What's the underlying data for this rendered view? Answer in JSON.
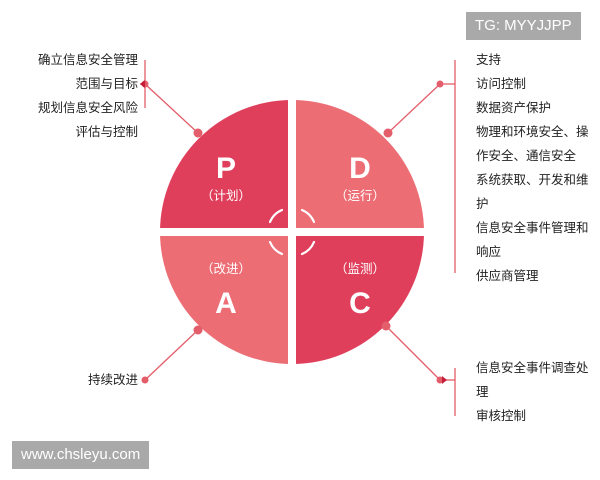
{
  "watermarks": {
    "top": "TG: MYYJJPP",
    "bottom": "www.chsleyu.com"
  },
  "colors": {
    "dark_red": "#e03f5c",
    "light_red": "#ed6d75",
    "connector": "#e35d6a",
    "arrow": "#c41e3a"
  },
  "quadrants": {
    "plan": {
      "letter": "P",
      "sub": "（计划）"
    },
    "do": {
      "letter": "D",
      "sub": "（运行）"
    },
    "check": {
      "letter": "C",
      "sub": "（监测）"
    },
    "act": {
      "letter": "A",
      "sub": "（改进）"
    }
  },
  "plan_notes": [
    "确立信息安全管理",
    "范围与目标",
    "规划信息安全风险",
    "评估与控制"
  ],
  "do_notes": [
    "支持",
    "访问控制",
    "数据资产保护",
    "物理和环境安全、操",
    "作安全、通信安全",
    "系统获取、开发和维",
    "护",
    "信息安全事件管理和",
    "响应",
    "供应商管理"
  ],
  "act_notes": [
    "持续改进"
  ],
  "check_notes": [
    "信息安全事件调查处",
    "理",
    "审核控制"
  ]
}
